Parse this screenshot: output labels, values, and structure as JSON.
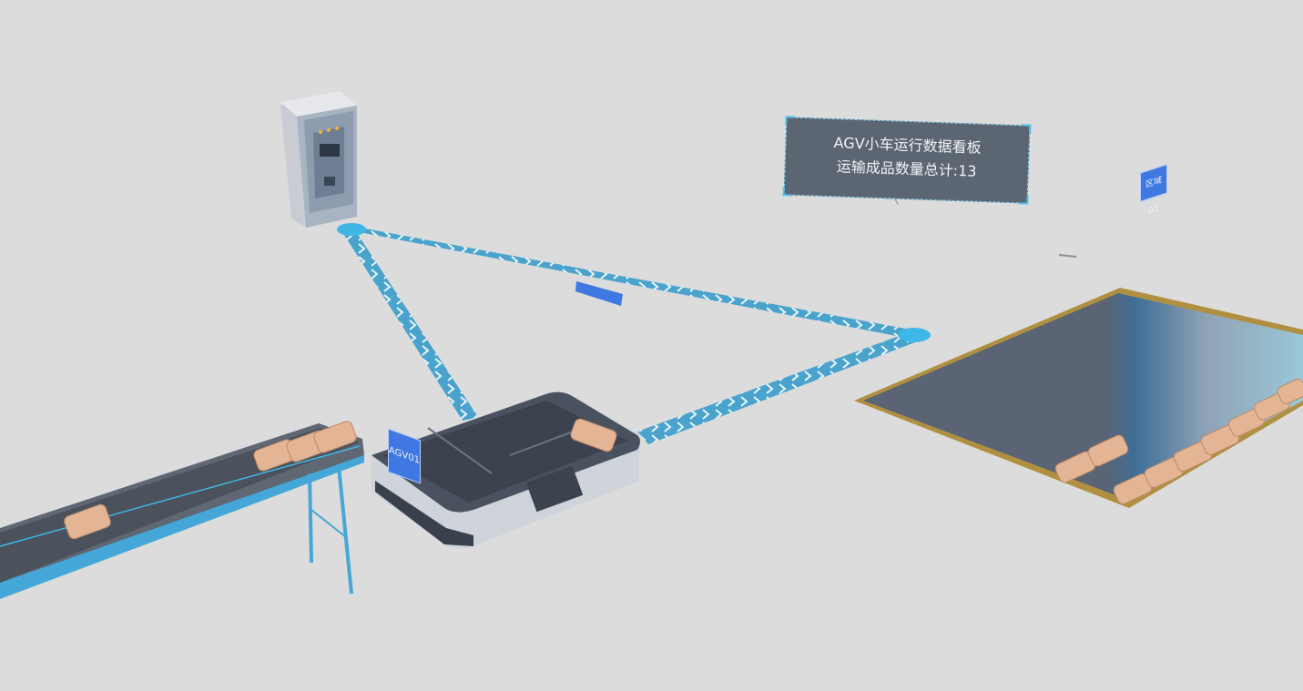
{
  "dashboard": {
    "title": "AGV小车运行数据看板",
    "count_text": "运输成品数量总计:13"
  },
  "labels": {
    "agv_tag": "AGV01",
    "zone_tag": "区域01"
  },
  "colors": {
    "background": "#dcdcdc",
    "path": "#4aa3cc",
    "tag": "#3f78e0",
    "panel": "#505a68"
  }
}
